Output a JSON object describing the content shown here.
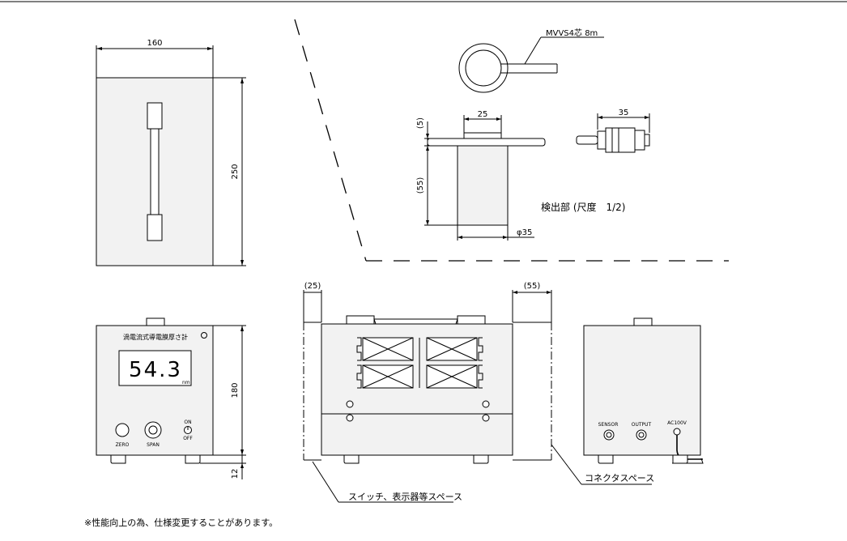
{
  "dims": {
    "top_width": "160",
    "top_height": "250",
    "front_height": "180",
    "foot_height": "12",
    "sensor_width": "25",
    "sensor_top": "(5)",
    "sensor_body": "(55)",
    "sensor_dia": "φ35",
    "connector_len": "35",
    "side_left_space": "(25)",
    "side_right_space": "(55)"
  },
  "cable_label": "MVVS4芯 8m",
  "sensor_caption": "検出部 (尺度　1/2)",
  "front_panel": {
    "title": "渦電流式導電膜厚さ計",
    "display_value": "54.3",
    "display_unit": "nm",
    "zero_label": "ZERO",
    "span_label": "SPAN",
    "on_label": "ON",
    "off_label": "OFF"
  },
  "rear_panel": {
    "sensor_label": "SENSOR",
    "output_label": "OUTPUT",
    "power_label": "AC100V"
  },
  "callouts": {
    "switch_space": "スイッチ、表示器等スペース",
    "connector_space": "コネクタスペース"
  },
  "footnote": "※性能向上の為、仕様変更することがあります。"
}
